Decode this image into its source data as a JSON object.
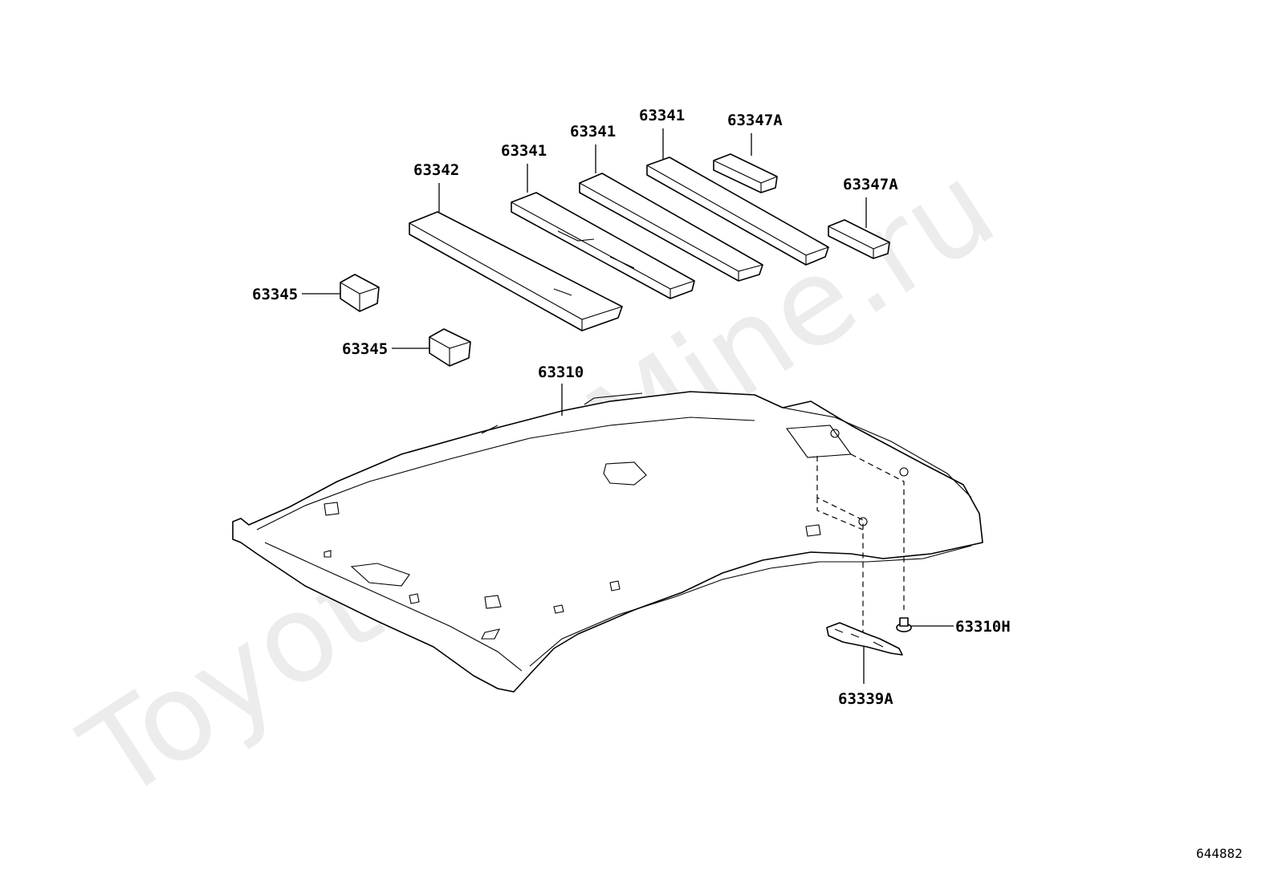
{
  "watermark": "ToyotaCarMine.ru",
  "sheet_id": "644882",
  "labels": {
    "p63342": "63342",
    "p63341_a": "63341",
    "p63341_b": "63341",
    "p63341_c": "63341",
    "p63347A_top": "63347A",
    "p63347A_right": "63347A",
    "p63345_upper": "63345",
    "p63345_lower": "63345",
    "p63310": "63310",
    "p63310H": "63310H",
    "p63339A": "63339A"
  }
}
